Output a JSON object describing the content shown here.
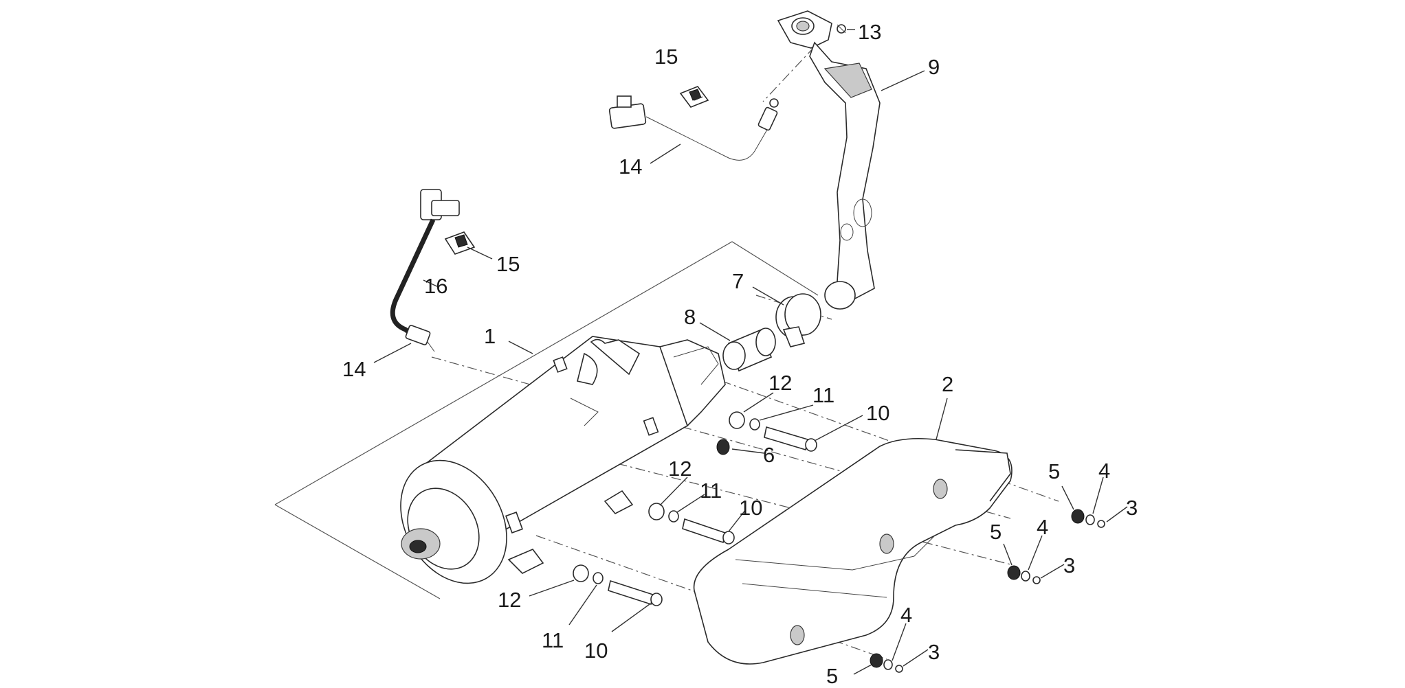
{
  "diagram": {
    "callouts": [
      {
        "id": "c1",
        "text": "1"
      },
      {
        "id": "c2",
        "text": "2"
      },
      {
        "id": "c3a",
        "text": "3"
      },
      {
        "id": "c3b",
        "text": "3"
      },
      {
        "id": "c3c",
        "text": "3"
      },
      {
        "id": "c4a",
        "text": "4"
      },
      {
        "id": "c4b",
        "text": "4"
      },
      {
        "id": "c4c",
        "text": "4"
      },
      {
        "id": "c5a",
        "text": "5"
      },
      {
        "id": "c5b",
        "text": "5"
      },
      {
        "id": "c5c",
        "text": "5"
      },
      {
        "id": "c6",
        "text": "6"
      },
      {
        "id": "c7",
        "text": "7"
      },
      {
        "id": "c8",
        "text": "8"
      },
      {
        "id": "c9",
        "text": "9"
      },
      {
        "id": "c10a",
        "text": "10"
      },
      {
        "id": "c10b",
        "text": "10"
      },
      {
        "id": "c10c",
        "text": "10"
      },
      {
        "id": "c11a",
        "text": "11"
      },
      {
        "id": "c11b",
        "text": "11"
      },
      {
        "id": "c11c",
        "text": "11"
      },
      {
        "id": "c12a",
        "text": "12"
      },
      {
        "id": "c12b",
        "text": "12"
      },
      {
        "id": "c12c",
        "text": "12"
      },
      {
        "id": "c13",
        "text": "13"
      },
      {
        "id": "c14a",
        "text": "14"
      },
      {
        "id": "c14b",
        "text": "14"
      },
      {
        "id": "c15a",
        "text": "15"
      },
      {
        "id": "c15b",
        "text": "15"
      },
      {
        "id": "c16",
        "text": "16"
      }
    ]
  }
}
